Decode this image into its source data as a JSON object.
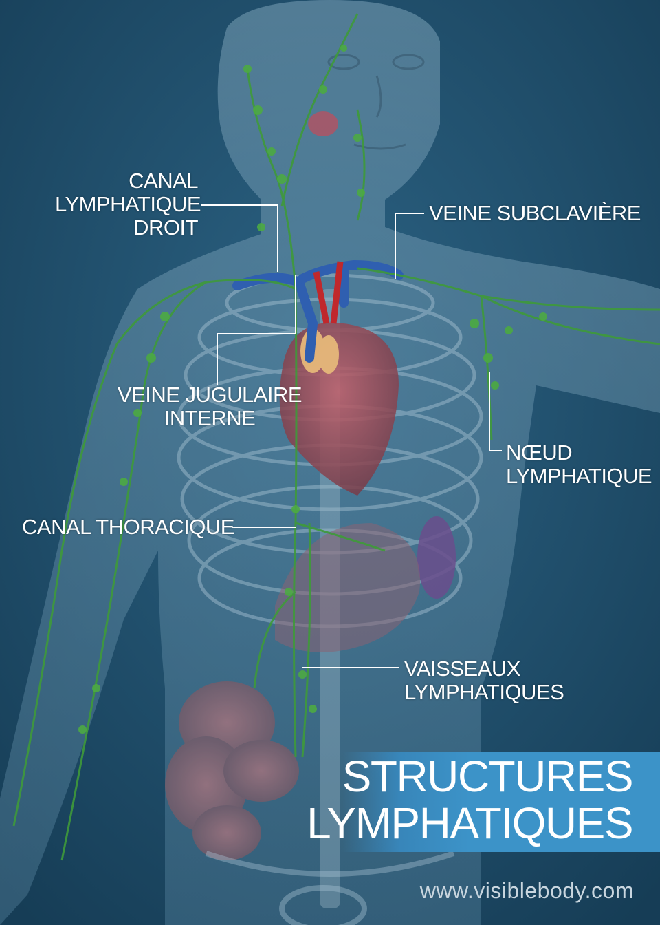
{
  "labels": {
    "right_lymphatic_duct": [
      "CANAL",
      "LYMPHATIQUE",
      "DROIT"
    ],
    "subclavian_vein": "VEINE SUBCLAVIÈRE",
    "internal_jugular_vein": [
      "VEINE JUGULAIRE",
      "INTERNE"
    ],
    "lymph_node": [
      "NŒUD",
      "LYMPHATIQUE"
    ],
    "thoracic_duct": "CANAL THORACIQUE",
    "lymphatic_vessels": [
      "VAISSEAUX",
      "LYMPHATIQUES"
    ]
  },
  "title": [
    "STRUCTURES",
    "LYMPHATIQUES"
  ],
  "website": "www.visiblebody.com",
  "colors": {
    "background": "#1d4a66",
    "lymph": "#3f9a3a",
    "vein": "#2f5fb0",
    "artery": "#c0282c",
    "title_banner": "#3c93c8"
  }
}
